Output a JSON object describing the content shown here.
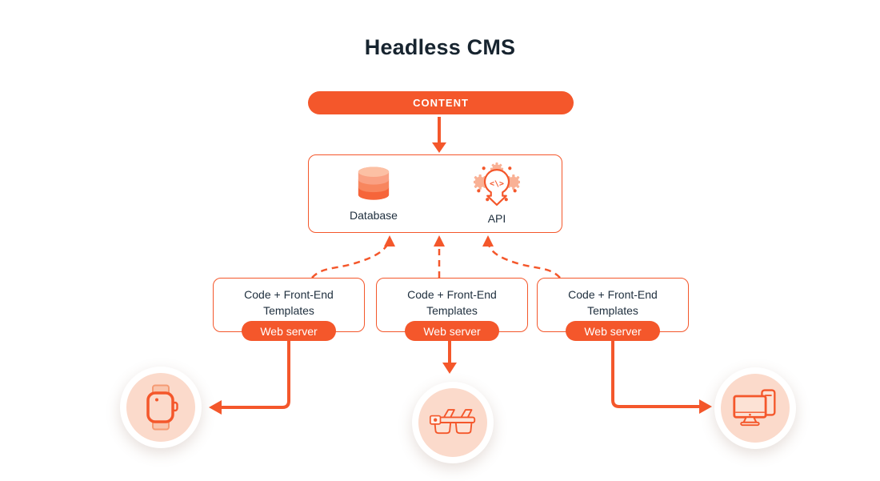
{
  "title": "Headless CMS",
  "content": {
    "label": "CONTENT"
  },
  "backend": {
    "database_label": "Database",
    "api_label": "API",
    "api_glyph": "<\\>"
  },
  "frontends": [
    {
      "line1": "Code + Front-End",
      "line2": "Templates",
      "server_label": "Web server"
    },
    {
      "line1": "Code + Front-End",
      "line2": "Templates",
      "server_label": "Web server"
    },
    {
      "line1": "Code + Front-End",
      "line2": "Templates",
      "server_label": "Web server"
    }
  ],
  "devices": [
    {
      "icon": "smartwatch-icon"
    },
    {
      "icon": "smart-glasses-icon"
    },
    {
      "icon": "desktop-and-phone-icon"
    }
  ],
  "colors": {
    "primary": "#F4572B",
    "icon_light": "#F9B195",
    "device_circle_bg": "#FBDACB",
    "icon_fill_light": "#FCE2D5",
    "text_dark": "#20303F"
  }
}
